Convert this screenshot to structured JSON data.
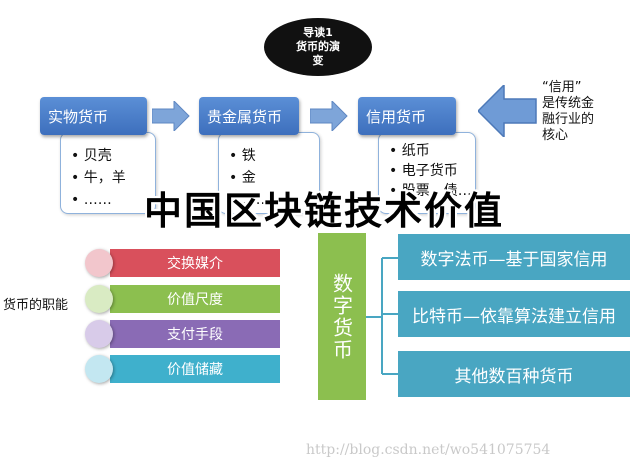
{
  "title": {
    "line1": "导读1",
    "line2": "货币的演",
    "line3": "变"
  },
  "money_types": [
    {
      "label": "实物货币",
      "items": [
        "贝壳",
        "牛，羊",
        "……"
      ]
    },
    {
      "label": "贵金属货币",
      "items": [
        "铁",
        "金",
        "……"
      ]
    },
    {
      "label": "信用货币",
      "items": [
        "纸币",
        "电子货币",
        "股票，债…"
      ]
    }
  ],
  "credit_note": {
    "line1": "“信用”",
    "line2": "是传统金",
    "line3": "融行业的",
    "line4": "核心"
  },
  "overlay_title": "中国区块链技术价值",
  "functions": {
    "label": "货币的职能",
    "items": [
      {
        "label": "交换媒介",
        "color": "#d9505c",
        "circle": "#f2c6cc"
      },
      {
        "label": "价值尺度",
        "color": "#8cbf4f",
        "circle": "#d9ebc3"
      },
      {
        "label": "支付手段",
        "color": "#8a6bb5",
        "circle": "#d8cbe9"
      },
      {
        "label": "价值储藏",
        "color": "#3fb0cc",
        "circle": "#c3e7f1"
      }
    ]
  },
  "digital": {
    "label": "数字货币",
    "items": [
      "数字法币—基于国家信用",
      "比特币—依靠算法建立信用",
      "其他数百种货币"
    ]
  },
  "watermark": "http://blog.csdn.net/wo541075754",
  "colors": {
    "header_blue": "#4a7fcb",
    "arrow_blue": "#6f9bd6",
    "green": "#8cbf4f",
    "teal": "#49a6c2"
  }
}
